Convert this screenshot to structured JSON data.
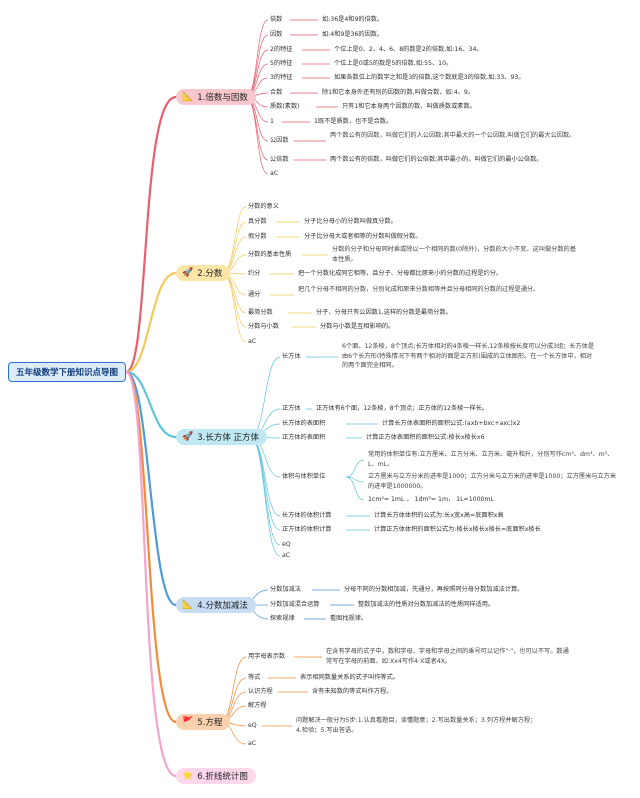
{
  "root": "五年级数学下册知识点导图",
  "colors": {
    "b1": "#e85f6f",
    "b2": "#f3c95a",
    "b3": "#5ec4dc",
    "b4": "#4f9bd9",
    "b5": "#f28c3b",
    "b6": "#f6a3cc"
  },
  "branches": [
    {
      "title": "1.倍数与因数",
      "icon": "📐",
      "items": [
        {
          "term": "倍数",
          "desc": "如:36是4和9的倍数。"
        },
        {
          "term": "因数",
          "desc": "如:4和9是36的因数。"
        },
        {
          "term": "2的特征",
          "desc": "个位上是0、2、4、6、8的数是2的倍数,如:16、34。"
        },
        {
          "term": "5的特征",
          "desc": "个位上是0或5的数是5的倍数,如:55、10。"
        },
        {
          "term": "3的特征",
          "desc": "如果各数位上的数字之和是3的倍数,这个数就是3的倍数,如:33、93。"
        },
        {
          "term": "合数",
          "desc": "除1和它本身外还有别的因数的数,叫做合数，如:4、9。"
        },
        {
          "term": "质数(素数)",
          "desc": "只有1和它本身两个因数的数，叫做质数或素数。"
        },
        {
          "term": "1",
          "desc": "1既不是质数，也不是合数。"
        },
        {
          "term": "公因数",
          "desc": "两个数公有的因数，叫做它们的人公因数;其中最大的一个公因数,叫做它们的最大公因数。"
        },
        {
          "term": "公倍数",
          "desc": "两个数公有的倍数，叫做它们的公倍数;其中最小的，叫做它们的最小公倍数。"
        },
        {
          "term": "aC",
          "desc": ""
        }
      ]
    },
    {
      "title": "2.分数",
      "icon": "🚀",
      "items": [
        {
          "term": "分数的意义",
          "desc": ""
        },
        {
          "term": "真分数",
          "desc": "分子比分母小的分数叫做真分数。"
        },
        {
          "term": "假分数",
          "desc": "分子比分母大或者相等的分数叫做假分数。"
        },
        {
          "term": "分数的基本性质",
          "desc": "分数的分子和分母同时乘或除以一个相同的数(0除外)，分数的大小不变。这叫做分数的基本性质。"
        },
        {
          "term": "约分",
          "desc": "把一个分数化成同它相等，且分子、分母都比原来小的分数的过程是约分。"
        },
        {
          "term": "通分",
          "desc": "把几个分母不相同的分数，分别化成和原来分数相等并且分母相同的分数的过程是通分。"
        },
        {
          "term": "最简分数",
          "desc": "分子、分母只有公因数1,这样的分数是最简分数。"
        },
        {
          "term": "分数与小数",
          "desc": "分数与小数是互相影响的。"
        },
        {
          "term": "aC",
          "desc": ""
        }
      ]
    },
    {
      "title": "3.长方体 正方体",
      "icon": "🚀",
      "items": [
        {
          "term": "长方体",
          "desc": "6个面，12条棱，8个顶点;长方体相对的4条棱一样长,12条棱按长度可以分成3组；长方体是由6个长方形(特殊情况下有两个相对的面是正方形)围成的立体图形。在一个长方体中，相对的两个面完全相同。"
        },
        {
          "term": "正方体",
          "desc": "正方体有6个面，12条棱，8个顶点；正方体的12条棱一样长。"
        },
        {
          "term": "长方体的表面积",
          "desc": "计算长方体表面积的面积公式:(axb+bxc+axc)x2"
        },
        {
          "term": "正方体的表面积",
          "desc": "计算正方体表面积的面积公式:棱长x棱长x6"
        },
        {
          "term": "体积与体积单位",
          "desc": "",
          "sub": [
            "常用的体积单位有:立方厘米、立方分米、立方米、毫升和升，分别写作cm³、dm³、m³、L、mL。",
            "立方厘米与立方分米的进率是1000；立方分米与立方米的进率是1000；立方厘米与立方米的进率是1000000。",
            "1cm³= 1mL ，  1dm³= 1m，  1L=1000mL"
          ]
        },
        {
          "term": "长方体的体积计算",
          "desc": "计算长方体体积的公式为:长x宽x高=底面积x高"
        },
        {
          "term": "正方体的体积计算",
          "desc": "计算正方体体积的面积公式为:棱长x棱长x棱长=底面积x棱长"
        },
        {
          "term": "eQ",
          "desc": ""
        },
        {
          "term": "aC",
          "desc": ""
        }
      ]
    },
    {
      "title": "4.分数加减法",
      "icon": "📐",
      "items": [
        {
          "term": "分数加减法",
          "desc": "分母不同的分数相加减，先通分，再按照同分母分数加减法计算。"
        },
        {
          "term": "分数加减混合运算",
          "desc": "整数加减法的性质对分数加减法的性质同样适用。"
        },
        {
          "term": "探索规律",
          "desc": "看图找规律。"
        }
      ]
    },
    {
      "title": "5.方程",
      "icon": "🚩",
      "items": [
        {
          "term": "用字母表示数",
          "desc": "在含有字母的式子中，数和字母、字母和字母之间的乘号可以记作\"·\"，也可以不写。数通常写在字母的前面。如:Xx4写作4·X或者4X。"
        },
        {
          "term": "等式",
          "desc": "表示相同数量关系的式子叫作等式。"
        },
        {
          "term": "认识方程",
          "desc": "含有未知数的等式叫作方程。"
        },
        {
          "term": "解方程",
          "desc": ""
        },
        {
          "term": "eQ",
          "desc": "问题解决一般分为5步:1.认真看题目，读懂题意；2.写出数量关系；3.列方程并解方程；4.检验；5.写出答语。"
        },
        {
          "term": "aC",
          "desc": ""
        }
      ]
    },
    {
      "title": "6.折线统计图",
      "icon": "⭐",
      "items": []
    }
  ]
}
